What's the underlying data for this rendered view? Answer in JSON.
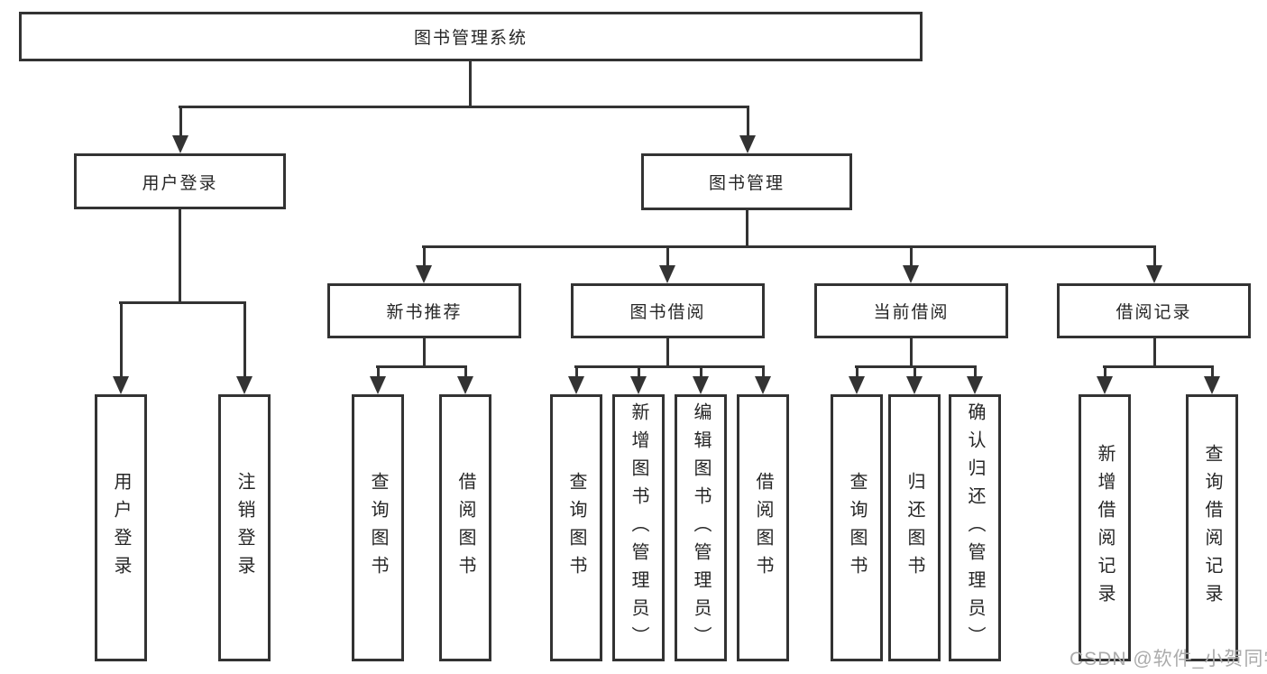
{
  "tree": {
    "root": {
      "label": "图书管理系统"
    },
    "branches": [
      {
        "label": "用户登录",
        "children": [
          {
            "label": "用户登录"
          },
          {
            "label": "注销登录"
          }
        ]
      },
      {
        "label": "图书管理",
        "children": [
          {
            "label": "新书推荐",
            "children": [
              {
                "label": "查询图书"
              },
              {
                "label": "借阅图书"
              }
            ]
          },
          {
            "label": "图书借阅",
            "children": [
              {
                "label": "查询图书"
              },
              {
                "label": "新增图书（管理员）"
              },
              {
                "label": "编辑图书（管理员）"
              },
              {
                "label": "借阅图书"
              }
            ]
          },
          {
            "label": "当前借阅",
            "children": [
              {
                "label": "查询图书"
              },
              {
                "label": "归还图书"
              },
              {
                "label": "确认归还（管理员）"
              }
            ]
          },
          {
            "label": "借阅记录",
            "children": [
              {
                "label": "新增借阅记录"
              },
              {
                "label": "查询借阅记录"
              }
            ]
          }
        ]
      }
    ]
  },
  "watermark": {
    "text": "CSDN @软件_小贺同学"
  },
  "colors": {
    "line": "#333333",
    "text": "#262626",
    "box_bg": "#ffffff",
    "background": "#ffffff",
    "watermark": "#ababab"
  }
}
